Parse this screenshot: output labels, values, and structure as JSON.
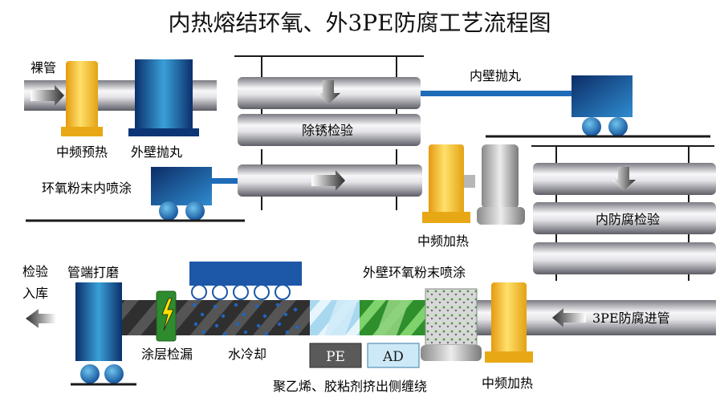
{
  "title": "内热熔结环氧、外3PE防腐工艺流程图",
  "labels": {
    "bare_pipe": "裸管",
    "mid_freq_preheat": "中频预热",
    "outer_shot_blast": "外壁抛丸",
    "inner_shot_blast": "内壁抛丸",
    "rust_check": "除锈检验",
    "epoxy_inner_spray": "环氧粉末内喷涂",
    "mid_freq_heat_upper": "中频加热",
    "inner_coating_check": "内防腐检验",
    "inspect_store_1": "检验",
    "inspect_store_2": "入库",
    "end_grinding": "管端打磨",
    "outer_epoxy_spray": "外壁环氧粉末喷涂",
    "pe_infeed": "3PE防腐进管",
    "coating_leak_test": "涂层检漏",
    "water_cooling": "水冷却",
    "extrusion_wrap": "聚乙烯、胶粘剂挤出侧缠绕",
    "mid_freq_heat_lower": "中频加热",
    "pe_box": "PE",
    "ad_box": "AD"
  },
  "colors": {
    "pipe_light": "#f4f4f6",
    "pipe_dark": "#6e6e76",
    "conveyor_blue": "#1e6bb8",
    "machine_blue": "#1c4f9c",
    "yellow": "#f3be1e",
    "green_coating": "#3aa335",
    "light_blue_band": "#bfe3f5",
    "dark_stripe": "#3a3a3a"
  }
}
